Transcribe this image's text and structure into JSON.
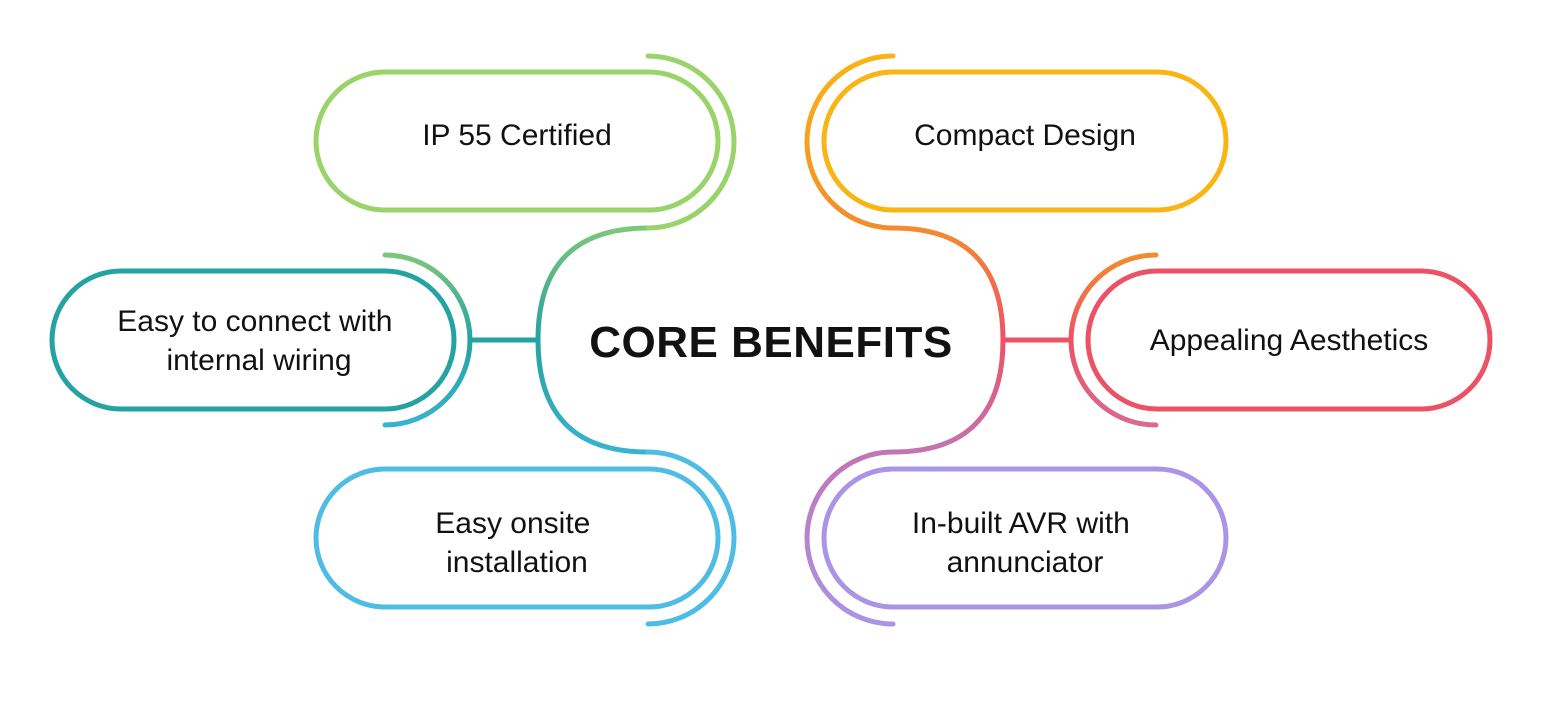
{
  "title": "CORE BENEFITS",
  "colors": {
    "green": "#9ad36a",
    "teal": "#25a2a2",
    "sky": "#4fbde3",
    "amber": "#f9b514",
    "red": "#ec5266",
    "lavender": "#a994e6",
    "orange": "#f28c2e",
    "pink": "#d96a90",
    "text": "#111111"
  },
  "benefits": [
    {
      "id": "ip55",
      "lines": [
        "IP 55 Certified"
      ],
      "color": "green"
    },
    {
      "id": "wiring",
      "lines": [
        "Easy to connect with",
        "internal wiring"
      ],
      "color": "teal"
    },
    {
      "id": "onsite",
      "lines": [
        "Easy onsite",
        "installation"
      ],
      "color": "sky"
    },
    {
      "id": "compact",
      "lines": [
        "Compact Design"
      ],
      "color": "amber"
    },
    {
      "id": "aesthetics",
      "lines": [
        "Appealing Aesthetics"
      ],
      "color": "red"
    },
    {
      "id": "avr",
      "lines": [
        "In-built AVR with",
        "annunciator"
      ],
      "color": "lavender"
    }
  ]
}
